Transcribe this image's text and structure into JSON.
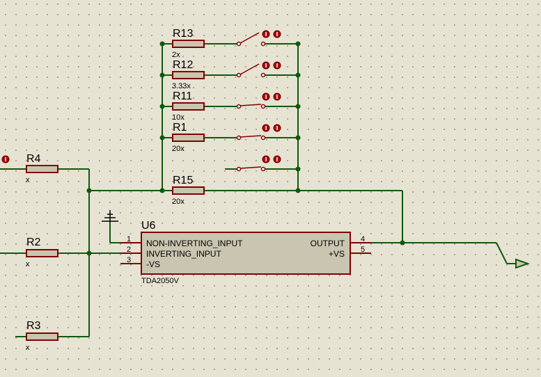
{
  "components": {
    "R13": {
      "ref": "R13",
      "value": "2x"
    },
    "R12": {
      "ref": "R12",
      "value": "3.33x"
    },
    "R11": {
      "ref": "R11",
      "value": "10x"
    },
    "R1": {
      "ref": "R1",
      "value": "20x"
    },
    "R15": {
      "ref": "R15",
      "value": "20x"
    },
    "R4": {
      "ref": "R4",
      "value": "x"
    },
    "R2": {
      "ref": "R2",
      "value": "x"
    },
    "R3": {
      "ref": "R3",
      "value": "x"
    }
  },
  "chip": {
    "ref": "U6",
    "part": "TDA2050V",
    "pins_left": [
      {
        "num": "1",
        "label": "NON-INVERTING_INPUT"
      },
      {
        "num": "2",
        "label": "INVERTING_INPUT"
      },
      {
        "num": "3",
        "label": "-VS"
      }
    ],
    "pins_right": [
      {
        "num": "4",
        "label": "OUTPUT"
      },
      {
        "num": "5",
        "label": "+VS"
      }
    ]
  },
  "colors": {
    "wire": "#0d5a0d",
    "component": "#800000",
    "body": "#c9c5b0",
    "background": "#e6e3d3"
  },
  "icons": [
    "ground-icon",
    "output-terminal-icon",
    "switch-icon",
    "probe-icon"
  ]
}
